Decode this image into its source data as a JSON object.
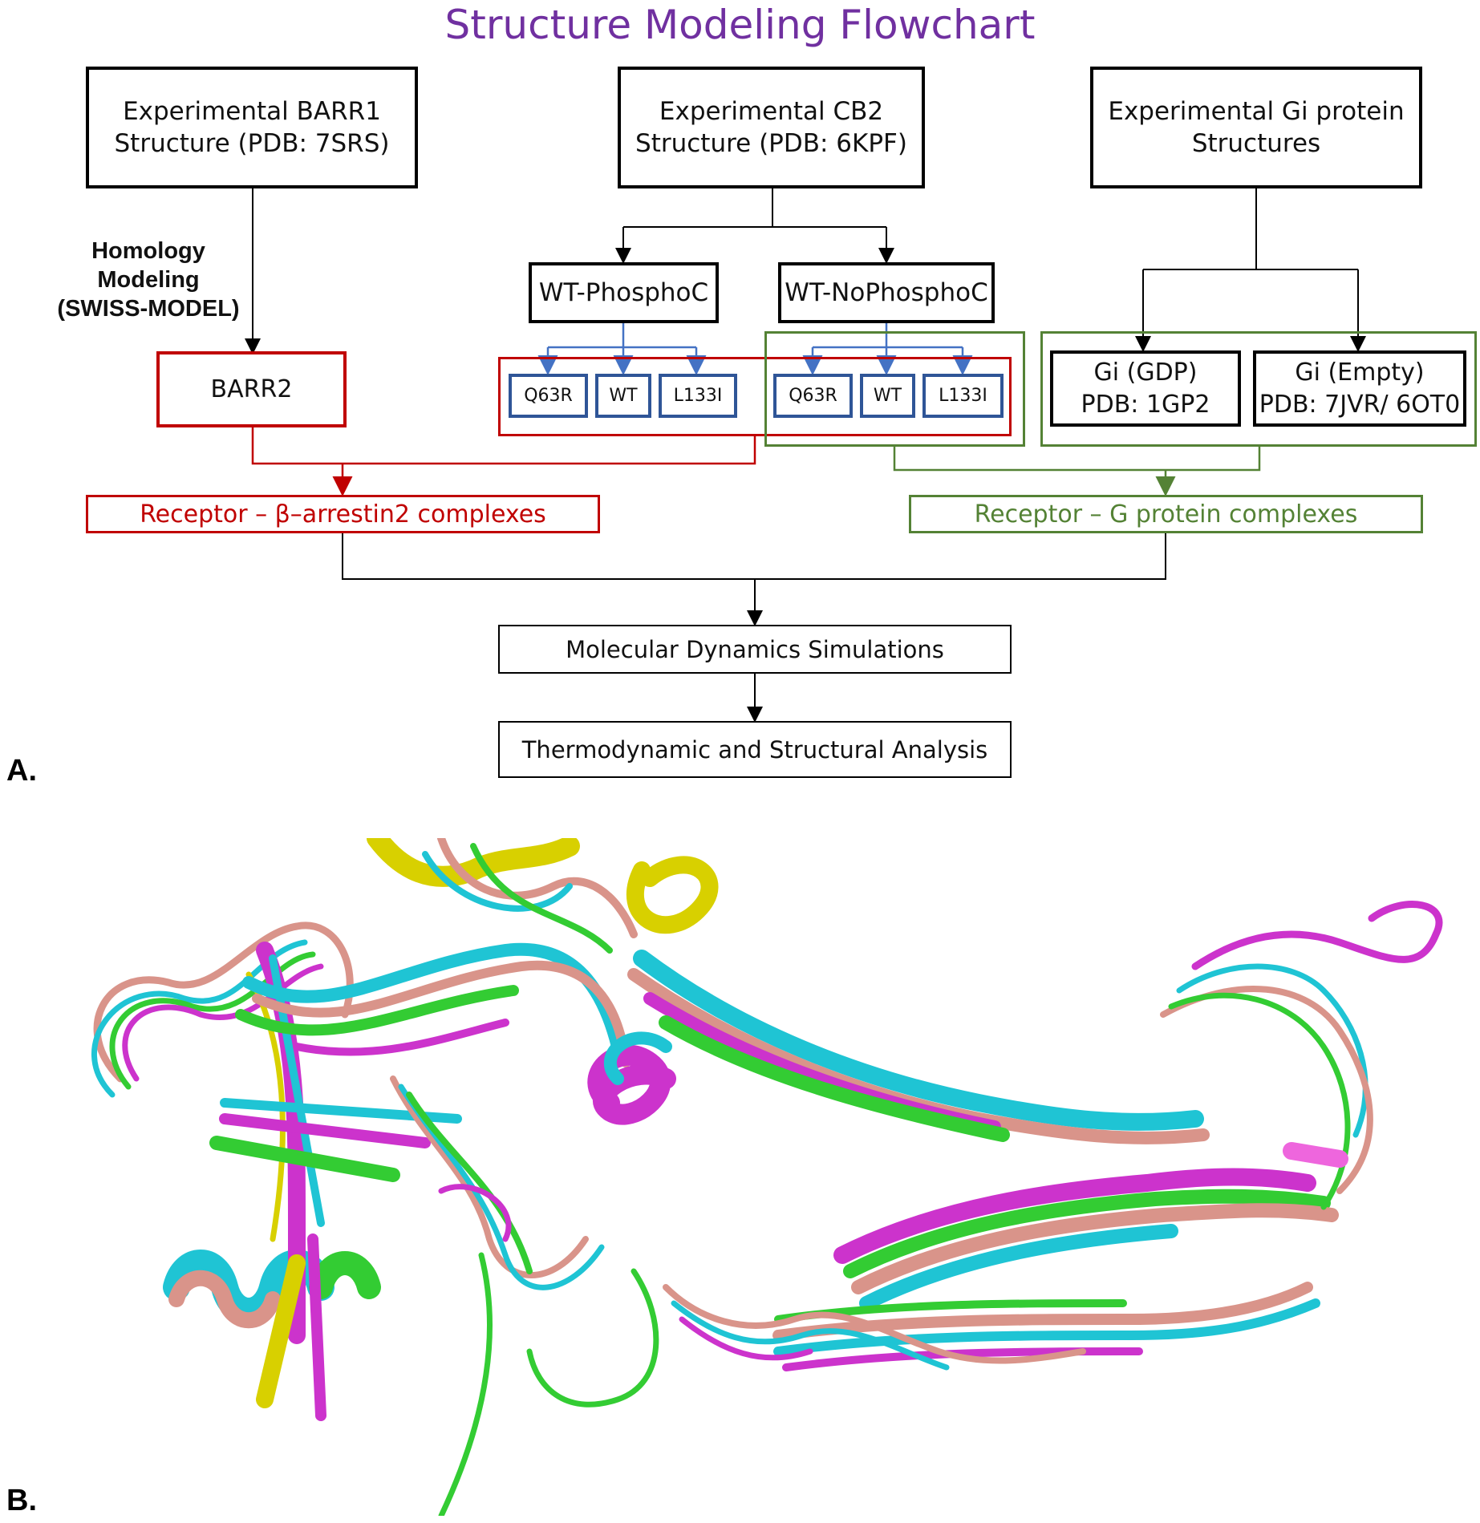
{
  "title": "Structure Modeling Flowchart",
  "nodes": {
    "barr1": [
      "Experimental BARR1",
      "Structure (PDB: 7SRS)"
    ],
    "cb2": [
      "Experimental CB2",
      "Structure (PDB: 6KPF)"
    ],
    "gi_exp": [
      "Experimental Gi protein",
      "Structures"
    ],
    "wt_phospho": "WT-PhosphoC",
    "wt_nophospho": "WT-NoPhosphoC",
    "barr2": "BARR2",
    "gi_gdp": [
      "Gi (GDP)",
      "PDB: 1GP2"
    ],
    "gi_empty": [
      "Gi (Empty)",
      "PDB: 7JVR/ 6OT0"
    ],
    "variants_phospho": [
      "Q63R",
      "WT",
      "L133I"
    ],
    "variants_nophospho": [
      "Q63R",
      "WT",
      "L133I"
    ],
    "barr_complexes": "Receptor – β–arrestin2 complexes",
    "g_complexes": "Receptor – G protein complexes",
    "md": "Molecular Dynamics Simulations",
    "analysis": "Thermodynamic and Structural Analysis"
  },
  "homology_label": [
    "Homology",
    "Modeling",
    "(SWISS-MODEL)"
  ],
  "panel_labels": {
    "a": "A.",
    "b": "B."
  },
  "colors": {
    "title": "#7030a0",
    "barr_path": "#c00000",
    "g_path": "#548235",
    "variant_box": "#2f5597",
    "variant_arrow": "#4472c4",
    "structure_magenta": "#cc33cc",
    "structure_cyan": "#1fc4d4",
    "structure_green": "#33cc33",
    "structure_salmon": "#d9948a",
    "structure_yellow": "#d8d000"
  }
}
